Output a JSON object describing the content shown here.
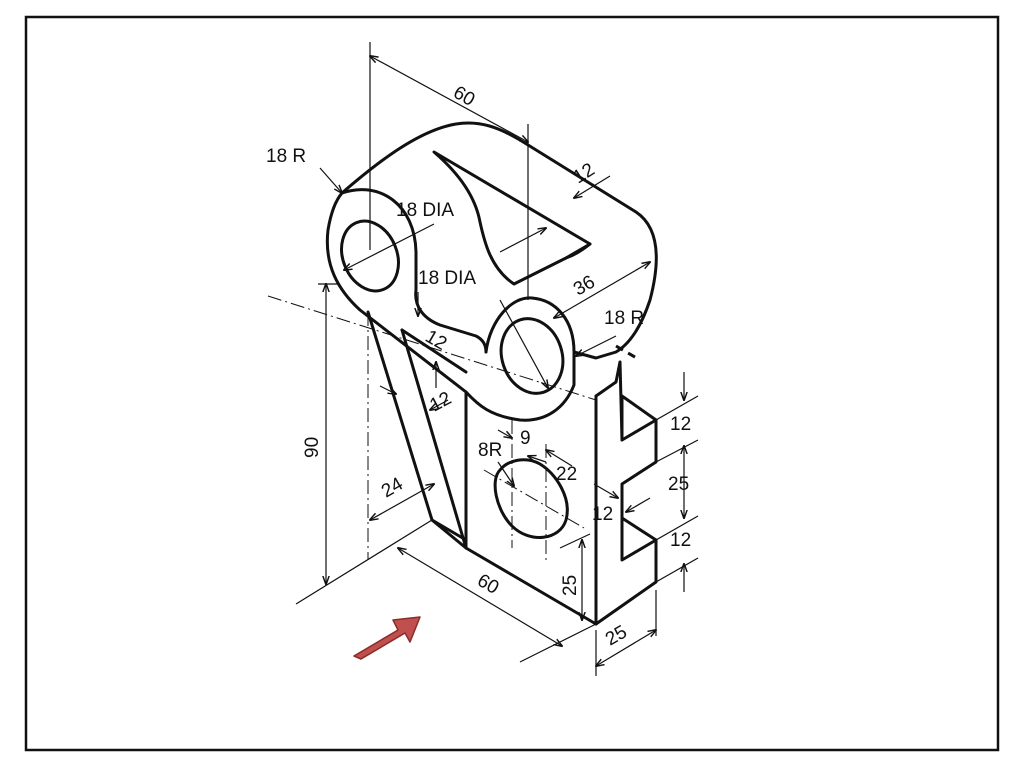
{
  "dimensions": {
    "top_length": "60",
    "top_radius": "18 R",
    "left_hole_dia": "18 DIA",
    "slot_width": "12",
    "right_hole_dia": "18 DIA",
    "top_width": "36",
    "right_radius": "18 R",
    "top_thickness": "12",
    "rib_thickness": "12",
    "overall_height": "90",
    "rib_base": "24",
    "slot_radius": "8R",
    "slot_offset": "9",
    "slot_length": "22",
    "slot_height": "25",
    "base_length": "60",
    "notch_top": "12",
    "notch_height": "25",
    "notch_bottom": "12",
    "notch_depth": "12",
    "base_depth": "25"
  },
  "arrow_color": "#C0504D"
}
